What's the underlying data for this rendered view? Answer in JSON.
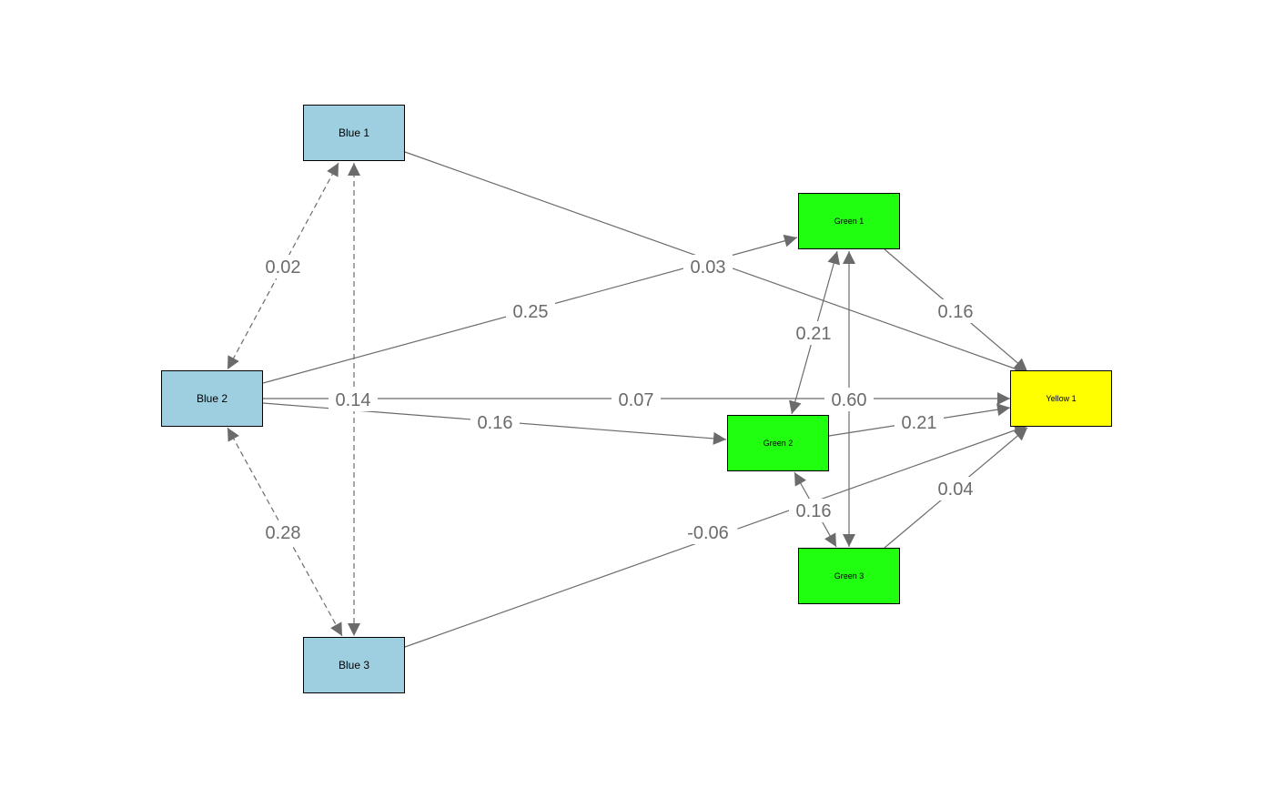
{
  "colors": {
    "blue": "#9ecfe0",
    "green": "#1fff0f",
    "yellow": "#ffff00",
    "edge": "#6b6b6b"
  },
  "nodes": [
    {
      "id": "blue1",
      "label": "Blue 1",
      "color": "blue"
    },
    {
      "id": "blue2",
      "label": "Blue 2",
      "color": "blue"
    },
    {
      "id": "blue3",
      "label": "Blue 3",
      "color": "blue"
    },
    {
      "id": "green1",
      "label": "Green 1",
      "color": "green"
    },
    {
      "id": "green2",
      "label": "Green 2",
      "color": "green"
    },
    {
      "id": "green3",
      "label": "Green 3",
      "color": "green"
    },
    {
      "id": "yellow1",
      "label": "Yellow 1",
      "color": "yellow"
    }
  ],
  "edges": [
    {
      "id": "b1-b2",
      "from": "blue1",
      "to": "blue2",
      "label": "0.02",
      "style": "dashed",
      "bidirectional": true
    },
    {
      "id": "b1-b3",
      "from": "blue1",
      "to": "blue3",
      "label": "0.14",
      "style": "dashed",
      "bidirectional": true
    },
    {
      "id": "b2-b3",
      "from": "blue2",
      "to": "blue3",
      "label": "0.28",
      "style": "dashed",
      "bidirectional": true
    },
    {
      "id": "b1-y1",
      "from": "blue1",
      "to": "yellow1",
      "label": "0.03",
      "style": "solid",
      "bidirectional": false
    },
    {
      "id": "b2-g1",
      "from": "blue2",
      "to": "green1",
      "label": "0.25",
      "style": "solid",
      "bidirectional": false
    },
    {
      "id": "b2-y1",
      "from": "blue2",
      "to": "yellow1",
      "label": "0.07",
      "style": "solid",
      "bidirectional": false
    },
    {
      "id": "b2-g2",
      "from": "blue2",
      "to": "green2",
      "label": "0.16",
      "style": "solid",
      "bidirectional": false
    },
    {
      "id": "b3-y1",
      "from": "blue3",
      "to": "yellow1",
      "label": "-0.06",
      "style": "solid",
      "bidirectional": false
    },
    {
      "id": "g1-y1",
      "from": "green1",
      "to": "yellow1",
      "label": "0.16",
      "style": "solid",
      "bidirectional": false
    },
    {
      "id": "g1-g2",
      "from": "green1",
      "to": "green2",
      "label": "0.21",
      "style": "solid",
      "bidirectional": true
    },
    {
      "id": "g1-g3",
      "from": "green1",
      "to": "green3",
      "label": "0.60",
      "style": "solid",
      "bidirectional": true
    },
    {
      "id": "g2-y1",
      "from": "green2",
      "to": "yellow1",
      "label": "0.21",
      "style": "solid",
      "bidirectional": false
    },
    {
      "id": "g2-g3",
      "from": "green2",
      "to": "green3",
      "label": "0.16",
      "style": "solid",
      "bidirectional": true
    },
    {
      "id": "g3-y1",
      "from": "green3",
      "to": "yellow1",
      "label": "0.04",
      "style": "solid",
      "bidirectional": false
    }
  ]
}
